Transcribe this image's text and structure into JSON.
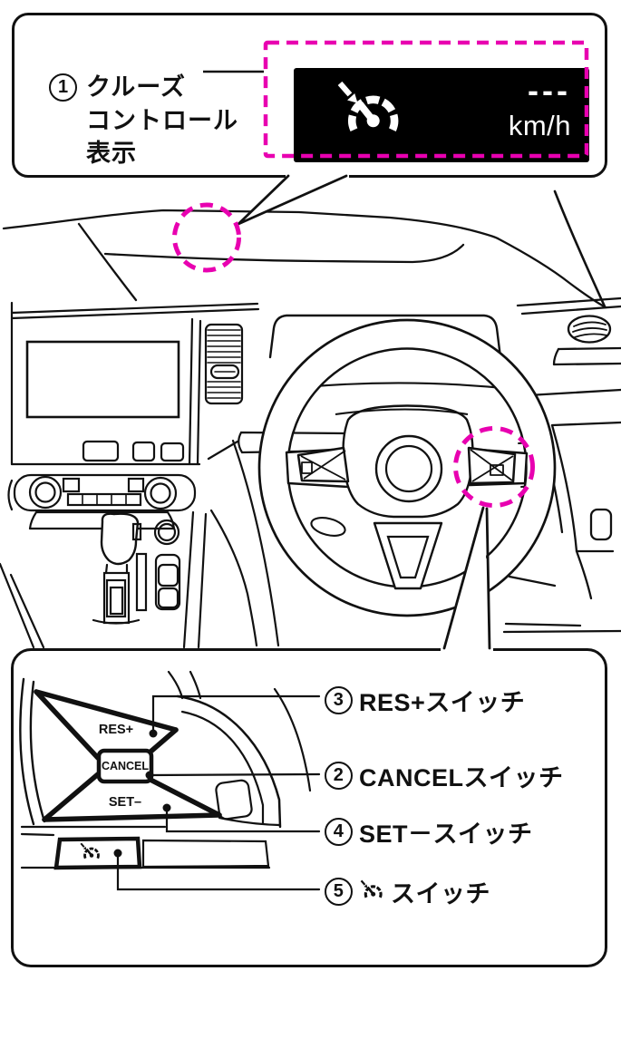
{
  "colors": {
    "accent_magenta": "#E800B0",
    "display_bg": "#000000",
    "line_black": "#111111"
  },
  "top_callout": {
    "number": "1",
    "label_lines": [
      "クルーズ",
      "コントロール",
      "表示"
    ],
    "display": {
      "icon": "cruise-control-icon",
      "value": "---",
      "unit": "km/h"
    }
  },
  "steering_switches": {
    "pod": {
      "res_label": "RES+",
      "cancel_label": "CANCEL",
      "set_label": "SET–",
      "button_icon": "cruise-control-icon"
    },
    "labels": [
      {
        "number": "3",
        "text": "RES+スイッチ"
      },
      {
        "number": "2",
        "text": "CANCELスイッチ"
      },
      {
        "number": "4",
        "text": "SET－スイッチ"
      },
      {
        "number": "5",
        "icon": "cruise-control-icon",
        "text": "スイッチ"
      }
    ]
  }
}
